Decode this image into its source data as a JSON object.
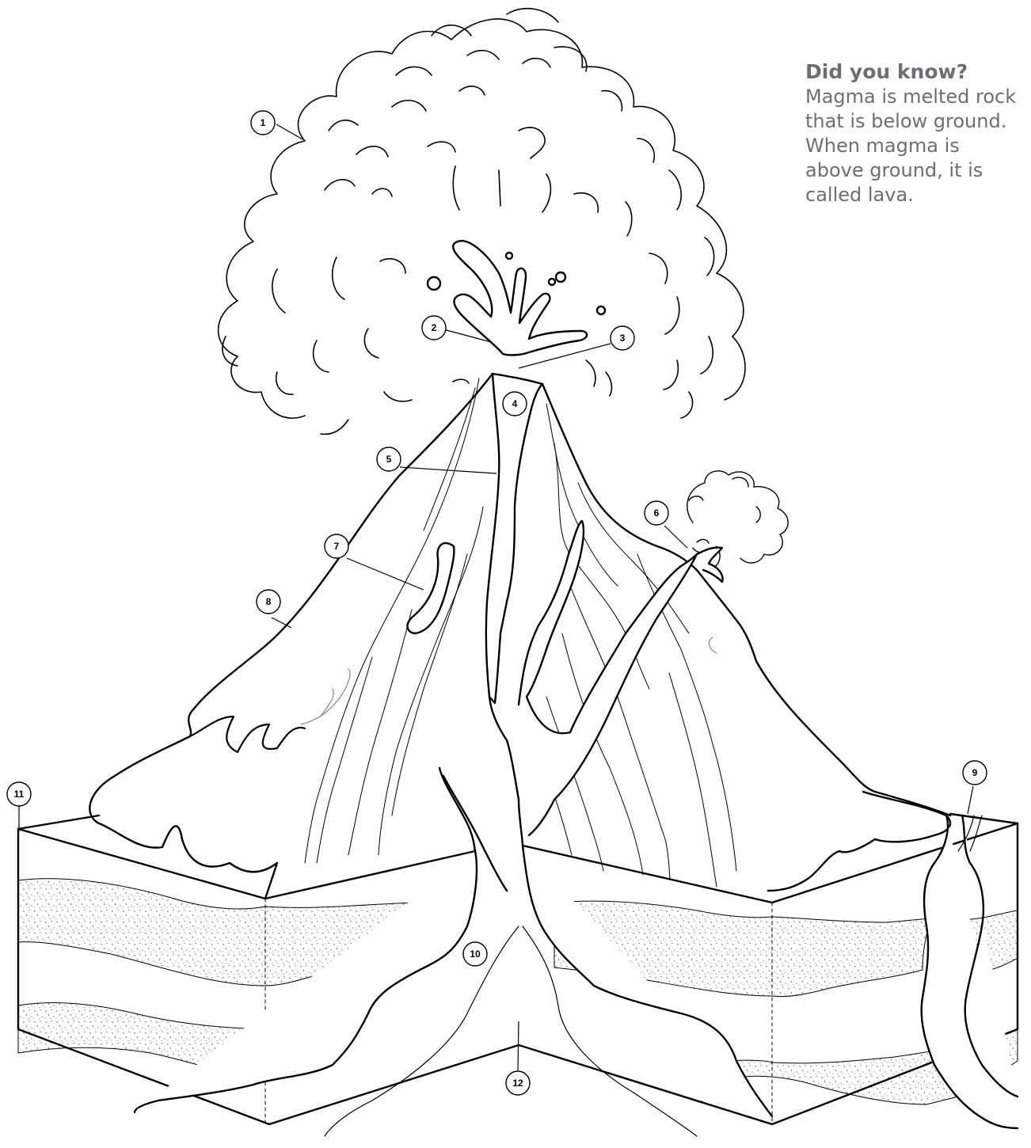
{
  "fact": {
    "title": "Did you know?",
    "lines": [
      "Magma is melted rock",
      "that is below ground.",
      "When magma is",
      "above ground, it is",
      "called lava."
    ]
  },
  "labels": [
    "1",
    "2",
    "3",
    "4",
    "5",
    "6",
    "7",
    "8",
    "9",
    "10",
    "11",
    "12"
  ]
}
